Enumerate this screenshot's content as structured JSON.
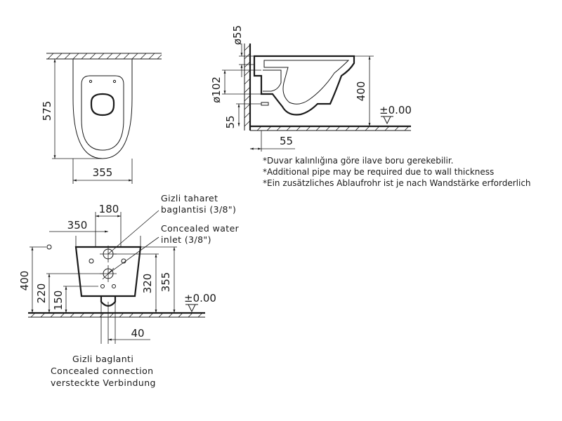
{
  "top_view": {
    "width_label": "355",
    "length_label": "575"
  },
  "side_view": {
    "pipe_dia_label": "ø55",
    "outlet_dia_label": "ø102",
    "height_label": "400",
    "bottom_offset_label": "55",
    "wall_offset_label": "55",
    "floor_level_label": "±0.00"
  },
  "notes": [
    "*Duvar kalınlığına göre ilave boru gerekebilir.",
    "*Additional pipe may be required due to wall thickness",
    "*Ein zusätzliches Ablaufrohr ist je nach Wandstärke erforderlich"
  ],
  "front_view": {
    "dim_180": "180",
    "dim_350": "350",
    "dim_400": "400",
    "dim_220": "220",
    "dim_150": "150",
    "dim_320": "320",
    "dim_355": "355",
    "dim_40": "40",
    "floor_level_label": "±0.00",
    "bidet_label_line1": "Gizli taharet",
    "bidet_label_line2": "baglantisi  (3/8\")",
    "water_label_line1": "Concealed  water",
    "water_label_line2": "inlet  (3/8\")",
    "connection_labels": [
      "Gizli  baglanti",
      "Concealed  connection",
      "versteckte  Verbindung"
    ]
  }
}
